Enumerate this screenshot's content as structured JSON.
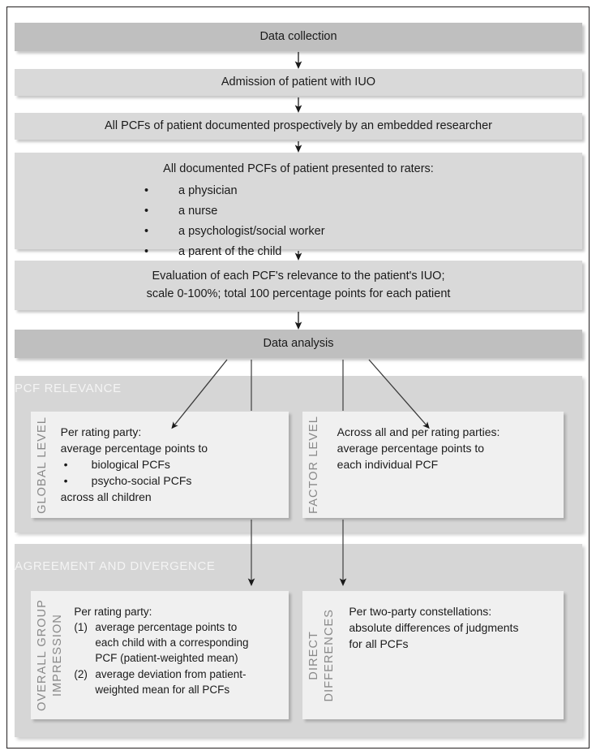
{
  "figure": {
    "title": "Study design flowchart",
    "colors": {
      "header_box": "#bfbfbf",
      "step_box": "#d9d9d9",
      "panel": "#d6d6d6",
      "sub_box": "#f0f0f0",
      "panel_title_text": "#f4f4f4",
      "rail_label_text": "#8a8a8a",
      "frame": "#231f20"
    }
  },
  "flow": {
    "data_collection": {
      "label": "Data collection"
    },
    "step_admission": {
      "label": "Admission of patient with IUO"
    },
    "step_documented": {
      "label": "All PCFs of patient documented prospectively by an embedded researcher"
    },
    "step_raters": {
      "heading": "All documented PCFs of patient presented to raters:",
      "bullet": "•",
      "items": [
        "a physician",
        "a nurse",
        "a psychologist/social worker",
        "a parent of the child"
      ]
    },
    "step_evaluation": {
      "line1": "Evaluation of each PCF's relevance to the patient's IUO;",
      "line2": "scale 0-100%;  total 100 percentage points for each patient"
    },
    "data_analysis": {
      "label": "Data analysis"
    }
  },
  "panels": [
    {
      "id": "pcf-relevance",
      "title": "PCF RELEVANCE",
      "boxes": [
        {
          "id": "global-level",
          "rail_label": "GLOBAL LEVEL",
          "lines": [
            {
              "type": "text",
              "text": "Per rating party:"
            },
            {
              "type": "text",
              "text": "average percentage points to"
            },
            {
              "type": "bullet",
              "mark": "•",
              "text": "biological PCFs"
            },
            {
              "type": "bullet",
              "mark": "•",
              "text": "psycho-social PCFs"
            },
            {
              "type": "text",
              "text": "across all children"
            }
          ]
        },
        {
          "id": "factor-level",
          "rail_label": "FACTOR LEVEL",
          "lines": [
            {
              "type": "text",
              "text": "Across all and per rating parties:"
            },
            {
              "type": "text",
              "text": "average percentage points to"
            },
            {
              "type": "text",
              "text": "each individual PCF"
            }
          ]
        }
      ]
    },
    {
      "id": "agreement-and-divergence",
      "title": "AGREEMENT AND DIVERGENCE",
      "boxes": [
        {
          "id": "overall-group-impression",
          "rail_label_line1": "OVERALL GROUP",
          "rail_label_line2": "IMPRESSION",
          "lines": [
            {
              "type": "text",
              "text": "Per rating party:"
            },
            {
              "type": "num",
              "mark": "(1)",
              "text": "average percentage points to"
            },
            {
              "type": "cont",
              "text": "each child with a corresponding"
            },
            {
              "type": "cont",
              "text": "PCF (patient-weighted mean)"
            },
            {
              "type": "num",
              "mark": "(2)",
              "text": "average deviation from patient-"
            },
            {
              "type": "cont",
              "text": "weighted mean for all PCFs"
            }
          ]
        },
        {
          "id": "direct-differences",
          "rail_label_line1": "DIRECT",
          "rail_label_line2": "DIFFERENCES",
          "lines": [
            {
              "type": "text",
              "text": "Per two-party constellations:"
            },
            {
              "type": "text",
              "text": "absolute differences of judgments"
            },
            {
              "type": "text",
              "text": "for all PCFs"
            }
          ]
        }
      ]
    }
  ],
  "connectors": {
    "vertical_arrow_icon": "arrow-down-icon",
    "diagonal_arrow_icon": "arrow-diagonal-icon",
    "count_between_steps": 5,
    "count_from_data_analysis": 4
  }
}
